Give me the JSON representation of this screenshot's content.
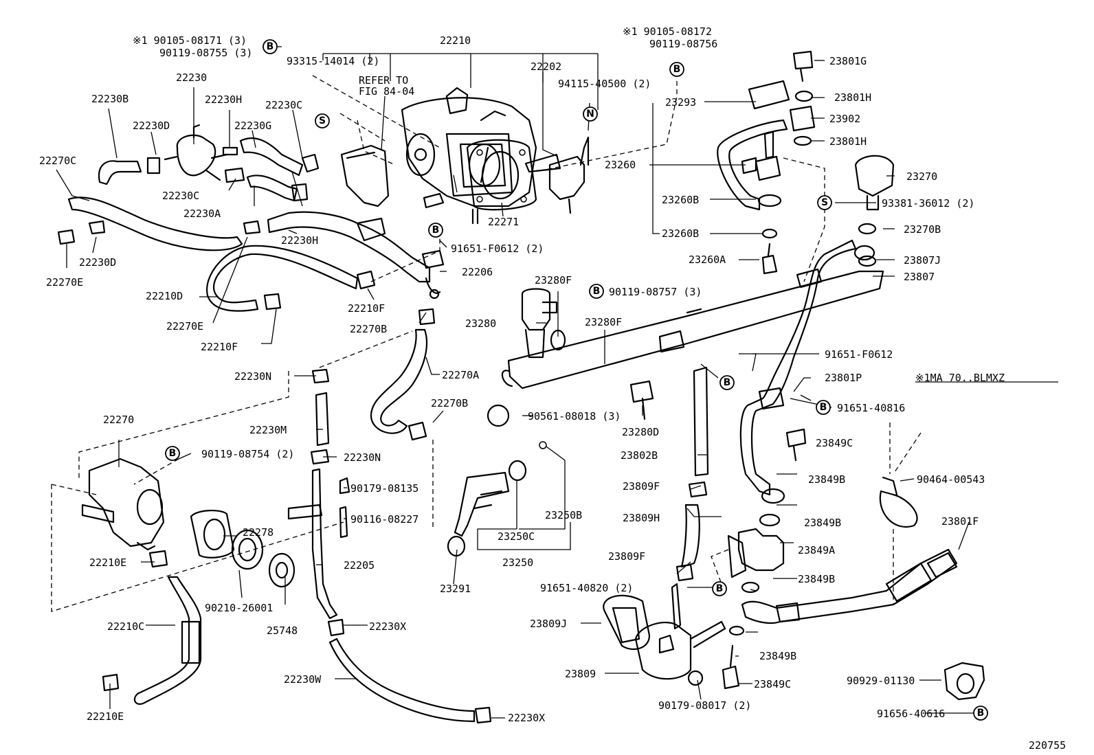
{
  "diagram": {
    "labels": {
      "l_22210": "22210",
      "l_22202": "22202",
      "l_93315_14014": "93315-14014 (2)",
      "l_refer": "REFER TO",
      "l_fig": "FIG 84-04",
      "l_note_1a": "※1 90105-08171 (3)",
      "l_note_1b": "90119-08755 (3)",
      "l_22230": "22230",
      "l_22230b": "22230B",
      "l_22230h_top": "22230H",
      "l_22230c_top": "22230C",
      "l_22230d_top": "22230D",
      "l_22230g": "22230G",
      "l_22230c_mid": "22230C",
      "l_22230a": "22230A",
      "l_22270c": "22270C",
      "l_22230h_mid": "22230H",
      "l_22230d_left": "22230D",
      "l_22270e_left": "22270E",
      "l_22210d": "22210D",
      "l_22270e_mid": "22270E",
      "l_22210f_mid": "22210F",
      "l_22210f_right": "22210F",
      "l_91651_f0612_2": "91651-F0612 (2)",
      "l_22206": "22206",
      "l_22270b_top": "22270B",
      "l_22271": "22271",
      "l_94115": "94115-40500 (2)",
      "l_note_2a": "※1 90105-08172",
      "l_note_2b": "90119-08756",
      "l_23293": "23293",
      "l_23260": "23260",
      "l_23260b_1": "23260B",
      "l_23260b_2": "23260B",
      "l_23260a": "23260A",
      "l_23801g": "23801G",
      "l_23801h_1": "23801H",
      "l_23902": "23902",
      "l_23801h_2": "23801H",
      "l_23270": "23270",
      "l_93381": "93381-36012 (2)",
      "l_23270b": "23270B",
      "l_23807j": "23807J",
      "l_23807": "23807",
      "l_23280f_top": "23280F",
      "l_90119_08757": "90119-08757 (3)",
      "l_23280": "23280",
      "l_23280f_mid": "23280F",
      "l_91651_f0612": "91651-F0612",
      "l_23801p": "23801P",
      "l_note_ma70": "※1MA 70..BLMXZ",
      "l_91651_40816": "91651-40816",
      "l_22230n_top": "22230N",
      "l_22270a": "22270A",
      "l_22270b_mid": "22270B",
      "l_90561": "90561-08018 (3)",
      "l_23280d": "23280D",
      "l_23849c_top": "23849C",
      "l_22270": "22270",
      "l_22230m": "22230M",
      "l_22230n_mid": "22230N",
      "l_90119_08754": "90119-08754 (2)",
      "l_23802b": "23802B",
      "l_23849b_1": "23849B",
      "l_90464": "90464-00543",
      "l_90179_08135": "90179-08135",
      "l_23809f_1": "23809F",
      "l_90116": "90116-08227",
      "l_23250b": "23250B",
      "l_23809h": "23809H",
      "l_23849b_2": "23849B",
      "l_23801f": "23801F",
      "l_22278": "22278",
      "l_23849a": "23849A",
      "l_23250c": "23250C",
      "l_22210e_top": "22210E",
      "l_22205": "22205",
      "l_23250": "23250",
      "l_23809f_2": "23809F",
      "l_23849b_3": "23849B",
      "l_91651_40820": "91651-40820 (2)",
      "l_23291": "23291",
      "l_90210": "90210-26001",
      "l_22210c": "22210C",
      "l_25748": "25748",
      "l_22230x_top": "22230X",
      "l_23809j": "23809J",
      "l_23849b_4": "23849B",
      "l_23809": "23809",
      "l_90929": "90929-01130",
      "l_22230w": "22230W",
      "l_23849c_bot": "23849C",
      "l_90179_08017": "90179-08017 (2)",
      "l_91656": "91656-40616",
      "l_22210e_bot": "22210E",
      "l_22230x_bot": "22230X",
      "l_figure_number": "220755"
    },
    "symbols": {
      "B": "B",
      "S": "S",
      "N": "N"
    }
  }
}
